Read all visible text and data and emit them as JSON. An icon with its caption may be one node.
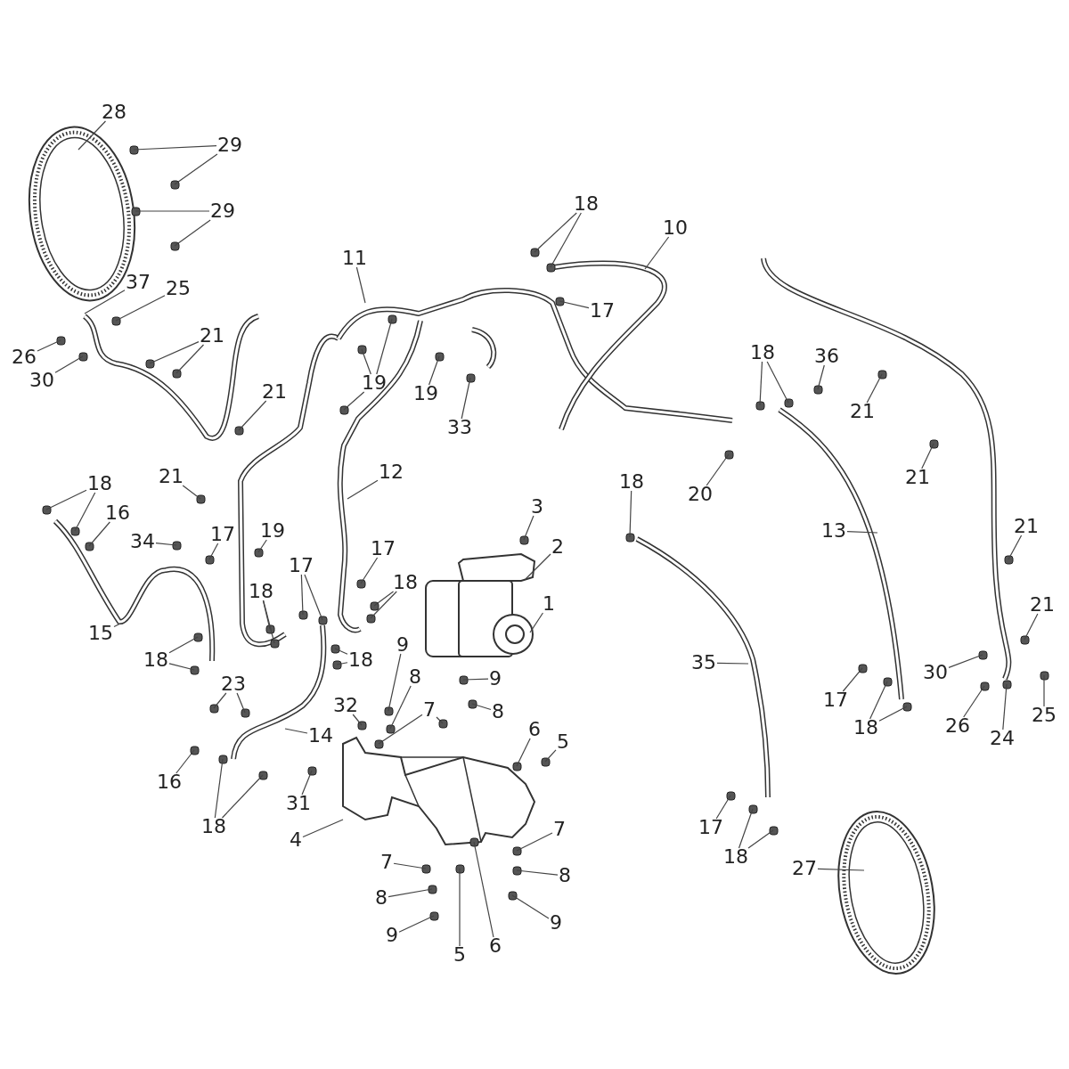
{
  "diagram": {
    "nodes": [
      {
        "text": [
          "28"
        ]
      },
      {
        "text": [
          "29"
        ]
      },
      {
        "text": [
          "29"
        ]
      },
      {
        "text": [
          "37"
        ]
      },
      {
        "text": [
          "25"
        ]
      },
      {
        "text": [
          "26"
        ]
      },
      {
        "text": [
          "30"
        ]
      },
      {
        "text": [
          "21"
        ]
      },
      {
        "text": [
          "21"
        ]
      },
      {
        "text": [
          "11"
        ]
      },
      {
        "text": [
          "19"
        ]
      },
      {
        "text": [
          "19"
        ]
      },
      {
        "text": [
          "33"
        ]
      },
      {
        "text": [
          "18"
        ]
      },
      {
        "text": [
          "10"
        ]
      },
      {
        "text": [
          "17"
        ]
      },
      {
        "text": [
          "18"
        ]
      },
      {
        "text": [
          "36"
        ]
      },
      {
        "text": [
          "21"
        ]
      },
      {
        "text": [
          "20"
        ]
      },
      {
        "text": [
          "21"
        ]
      },
      {
        "text": [
          "18"
        ]
      },
      {
        "text": [
          "13"
        ]
      },
      {
        "text": [
          "21"
        ]
      },
      {
        "text": [
          "21"
        ]
      },
      {
        "text": [
          "30"
        ]
      },
      {
        "text": [
          "17"
        ]
      },
      {
        "text": [
          "18"
        ]
      },
      {
        "text": [
          "26"
        ]
      },
      {
        "text": [
          "24"
        ]
      },
      {
        "text": [
          "25"
        ]
      },
      {
        "text": [
          "35"
        ]
      },
      {
        "text": [
          "21"
        ]
      },
      {
        "text": [
          "18"
        ]
      },
      {
        "text": [
          "16"
        ]
      },
      {
        "text": [
          "34"
        ]
      },
      {
        "text": [
          "17"
        ]
      },
      {
        "text": [
          "19"
        ]
      },
      {
        "text": [
          "17"
        ]
      },
      {
        "text": [
          "18"
        ]
      },
      {
        "text": [
          "17"
        ]
      },
      {
        "text": [
          "18"
        ]
      },
      {
        "text": [
          "12"
        ]
      },
      {
        "text": [
          "15"
        ]
      },
      {
        "text": [
          "18"
        ]
      },
      {
        "text": [
          "18"
        ]
      },
      {
        "text": [
          "23"
        ]
      },
      {
        "text": [
          "3"
        ]
      },
      {
        "text": [
          "2"
        ]
      },
      {
        "text": [
          "1"
        ]
      },
      {
        "text": [
          "9"
        ]
      },
      {
        "text": [
          "8"
        ]
      },
      {
        "text": [
          "9"
        ]
      },
      {
        "text": [
          "8"
        ]
      },
      {
        "text": [
          "7"
        ]
      },
      {
        "text": [
          "32"
        ]
      },
      {
        "text": [
          "14"
        ]
      },
      {
        "text": [
          "6"
        ]
      },
      {
        "text": [
          "5"
        ]
      },
      {
        "text": [
          "16"
        ]
      },
      {
        "text": [
          "18"
        ]
      },
      {
        "text": [
          "31"
        ]
      },
      {
        "text": [
          "4"
        ]
      },
      {
        "text": [
          "7"
        ]
      },
      {
        "text": [
          "7"
        ]
      },
      {
        "text": [
          "8"
        ]
      },
      {
        "text": [
          "8"
        ]
      },
      {
        "text": [
          "9"
        ]
      },
      {
        "text": [
          "9"
        ]
      },
      {
        "text": [
          "5"
        ]
      },
      {
        "text": [
          "6"
        ]
      },
      {
        "text": [
          "17"
        ]
      },
      {
        "text": [
          "18"
        ]
      },
      {
        "text": [
          "27"
        ]
      }
    ],
    "edges": [
      {
        "from": 0,
        "to": null,
        "arrow": "none"
      },
      {
        "from": 1,
        "to": null,
        "arrow": "none"
      },
      {
        "from": 1,
        "to": null,
        "arrow": "none"
      },
      {
        "from": 2,
        "to": null,
        "arrow": "none"
      },
      {
        "from": 2,
        "to": null,
        "arrow": "none"
      },
      {
        "from": 3,
        "to": null,
        "arrow": "none"
      },
      {
        "from": 4,
        "to": null,
        "arrow": "none"
      },
      {
        "from": 5,
        "to": null,
        "arrow": "none"
      },
      {
        "from": 6,
        "to": null,
        "arrow": "none"
      },
      {
        "from": 7,
        "to": null,
        "arrow": "none"
      },
      {
        "from": 7,
        "to": null,
        "arrow": "none"
      },
      {
        "from": 8,
        "to": null,
        "arrow": "none"
      },
      {
        "from": 9,
        "to": null,
        "arrow": "none"
      },
      {
        "from": 10,
        "to": null,
        "arrow": "none"
      },
      {
        "from": 10,
        "to": null,
        "arrow": "none"
      },
      {
        "from": 10,
        "to": null,
        "arrow": "none"
      },
      {
        "from": 11,
        "to": null,
        "arrow": "none"
      },
      {
        "from": 12,
        "to": null,
        "arrow": "none"
      },
      {
        "from": 13,
        "to": null,
        "arrow": "none"
      },
      {
        "from": 13,
        "to": null,
        "arrow": "none"
      },
      {
        "from": 14,
        "to": null,
        "arrow": "none"
      },
      {
        "from": 15,
        "to": null,
        "arrow": "none"
      },
      {
        "from": 16,
        "to": null,
        "arrow": "none"
      },
      {
        "from": 16,
        "to": null,
        "arrow": "none"
      },
      {
        "from": 17,
        "to": null,
        "arrow": "none"
      },
      {
        "from": 18,
        "to": null,
        "arrow": "none"
      },
      {
        "from": 19,
        "to": null,
        "arrow": "none"
      },
      {
        "from": 20,
        "to": null,
        "arrow": "none"
      },
      {
        "from": 21,
        "to": null,
        "arrow": "none"
      },
      {
        "from": 22,
        "to": null,
        "arrow": "none"
      },
      {
        "from": 23,
        "to": null,
        "arrow": "none"
      },
      {
        "from": 24,
        "to": null,
        "arrow": "none"
      },
      {
        "from": 25,
        "to": null,
        "arrow": "none"
      },
      {
        "from": 26,
        "to": null,
        "arrow": "none"
      },
      {
        "from": 27,
        "to": null,
        "arrow": "none"
      },
      {
        "from": 27,
        "to": null,
        "arrow": "none"
      },
      {
        "from": 28,
        "to": null,
        "arrow": "none"
      },
      {
        "from": 29,
        "to": null,
        "arrow": "none"
      },
      {
        "from": 30,
        "to": null,
        "arrow": "none"
      },
      {
        "from": 31,
        "to": null,
        "arrow": "none"
      },
      {
        "from": 32,
        "to": null,
        "arrow": "none"
      },
      {
        "from": 33,
        "to": null,
        "arrow": "none"
      },
      {
        "from": 33,
        "to": null,
        "arrow": "none"
      },
      {
        "from": 34,
        "to": null,
        "arrow": "none"
      },
      {
        "from": 35,
        "to": null,
        "arrow": "none"
      },
      {
        "from": 36,
        "to": null,
        "arrow": "none"
      },
      {
        "from": 37,
        "to": null,
        "arrow": "none"
      },
      {
        "from": 38,
        "to": null,
        "arrow": "none"
      },
      {
        "from": 38,
        "to": null,
        "arrow": "none"
      },
      {
        "from": 39,
        "to": null,
        "arrow": "none"
      },
      {
        "from": 39,
        "to": null,
        "arrow": "none"
      },
      {
        "from": 40,
        "to": null,
        "arrow": "none"
      },
      {
        "from": 41,
        "to": null,
        "arrow": "none"
      },
      {
        "from": 41,
        "to": null,
        "arrow": "none"
      },
      {
        "from": 42,
        "to": null,
        "arrow": "none"
      },
      {
        "from": 43,
        "to": null,
        "arrow": "none"
      },
      {
        "from": 44,
        "to": null,
        "arrow": "none"
      },
      {
        "from": 44,
        "to": null,
        "arrow": "none"
      },
      {
        "from": 45,
        "to": null,
        "arrow": "none"
      },
      {
        "from": 45,
        "to": null,
        "arrow": "none"
      },
      {
        "from": 46,
        "to": null,
        "arrow": "none"
      },
      {
        "from": 46,
        "to": null,
        "arrow": "none"
      },
      {
        "from": 47,
        "to": null,
        "arrow": "none"
      },
      {
        "from": 48,
        "to": null,
        "arrow": "none"
      },
      {
        "from": 49,
        "to": null,
        "arrow": "none"
      },
      {
        "from": 50,
        "to": null,
        "arrow": "none"
      },
      {
        "from": 51,
        "to": null,
        "arrow": "none"
      },
      {
        "from": 52,
        "to": null,
        "arrow": "none"
      },
      {
        "from": 53,
        "to": null,
        "arrow": "none"
      },
      {
        "from": 54,
        "to": null,
        "arrow": "none"
      },
      {
        "from": 54,
        "to": null,
        "arrow": "none"
      },
      {
        "from": 55,
        "to": null,
        "arrow": "none"
      },
      {
        "from": 56,
        "to": null,
        "arrow": "none"
      },
      {
        "from": 57,
        "to": null,
        "arrow": "none"
      },
      {
        "from": 58,
        "to": null,
        "arrow": "none"
      },
      {
        "from": 59,
        "to": null,
        "arrow": "none"
      },
      {
        "from": 60,
        "to": null,
        "arrow": "none"
      },
      {
        "from": 60,
        "to": null,
        "arrow": "none"
      },
      {
        "from": 61,
        "to": null,
        "arrow": "none"
      },
      {
        "from": 62,
        "to": null,
        "arrow": "none"
      },
      {
        "from": 63,
        "to": null,
        "arrow": "none"
      },
      {
        "from": 64,
        "to": null,
        "arrow": "none"
      },
      {
        "from": 65,
        "to": null,
        "arrow": "none"
      },
      {
        "from": 66,
        "to": null,
        "arrow": "none"
      },
      {
        "from": 67,
        "to": null,
        "arrow": "none"
      },
      {
        "from": 68,
        "to": null,
        "arrow": "none"
      },
      {
        "from": 69,
        "to": null,
        "arrow": "none"
      },
      {
        "from": 70,
        "to": null,
        "arrow": "none"
      },
      {
        "from": 71,
        "to": null,
        "arrow": "none"
      },
      {
        "from": 72,
        "to": null,
        "arrow": "none"
      },
      {
        "from": 72,
        "to": null,
        "arrow": "none"
      },
      {
        "from": 73,
        "to": null,
        "arrow": "none"
      }
    ]
  }
}
